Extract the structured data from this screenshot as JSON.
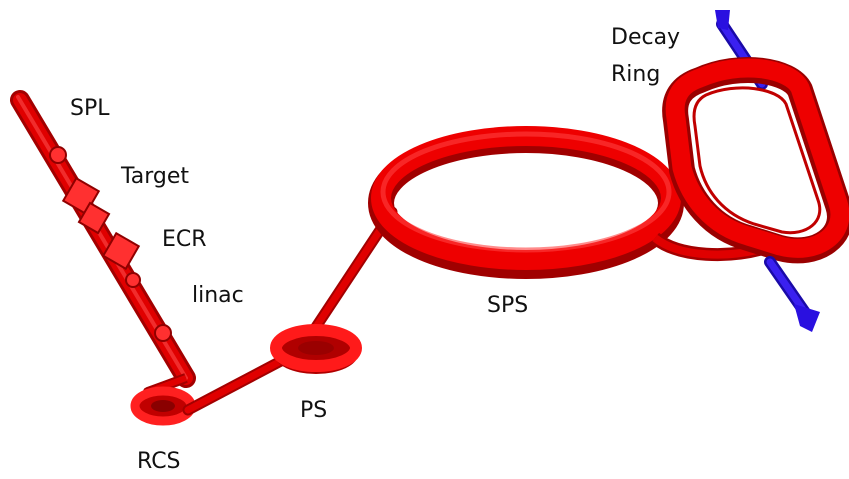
{
  "labels": {
    "spl": "SPL",
    "target": "Target",
    "ecr": "ECR",
    "linac": "linac",
    "rcs": "RCS",
    "ps": "PS",
    "sps": "SPS",
    "decay_line1": "Decay",
    "decay_line2": "Ring"
  },
  "colors": {
    "beamline": "#e00000",
    "beamline_dark": "#a30000",
    "neutrino_beam": "#2a10e0",
    "text": "#111111",
    "background": "#ffffff"
  }
}
